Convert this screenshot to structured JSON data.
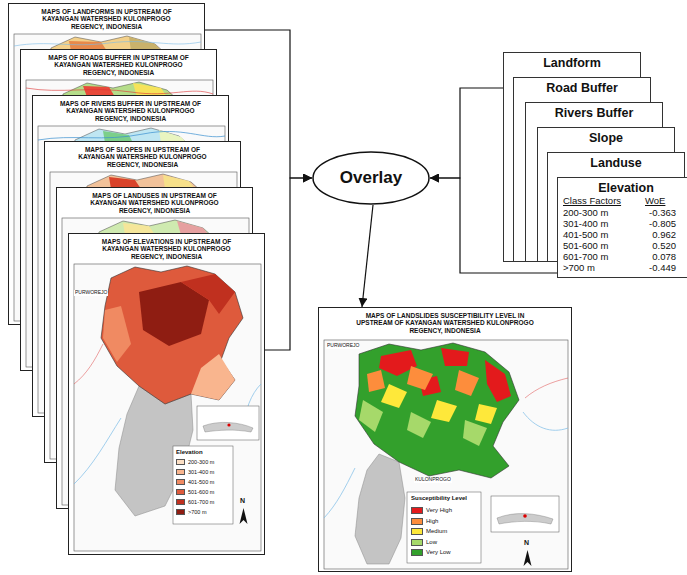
{
  "diagram": {
    "nodes": [
      {
        "text": [
          "MAPS OF LANDFORMS IN UPSTREAM OF KAYANGAN WATERSHED KULONPROGO REGENCY, INDONESIA"
        ]
      },
      {
        "text": [
          "MAPS OF ROADS BUFFER IN UPSTREAM OF KAYANGAN WATERSHED KULONPROGO REGENCY, INDONESIA"
        ]
      },
      {
        "text": [
          "MAPS OF RIVERS BUFFER IN UPSTREAM OF KAYANGAN WATERSHED KULONPROGO REGENCY, INDONESIA"
        ]
      },
      {
        "text": [
          "MAPS OF SLOPES IN UPSTREAM OF KAYANGAN WATERSHED KULONPROGO REGENCY, INDONESIA"
        ]
      },
      {
        "text": [
          "MAPS OF LANDUSES IN UPSTREAM OF KAYANGAN WATERSHED KULONPROGO REGENCY, INDONESIA"
        ]
      },
      {
        "text": [
          "MAPS OF ELEVATIONS IN UPSTREAM OF KAYANGAN WATERSHED KULONPROGO REGENCY, INDONESIA"
        ]
      },
      {
        "text": [
          "Overlay"
        ]
      },
      {
        "text": [
          "Landform"
        ]
      },
      {
        "text": [
          "Road Buffer"
        ]
      },
      {
        "text": [
          "Rivers Buffer"
        ]
      },
      {
        "text": [
          "Slope"
        ]
      },
      {
        "text": [
          "Landuse"
        ]
      },
      {
        "text": [
          "Elevation"
        ]
      },
      {
        "text": [
          "MAPS OF LANDSLIDES SUSCEPTIBILITY LEVEL IN UPSTREAM OF KAYANGAN WATERSHED KULONPROGO REGENCY, INDONESIA"
        ]
      }
    ],
    "edges": [
      {
        "from": 0,
        "to": 6,
        "arrow": "to"
      },
      {
        "from": 5,
        "to": 6,
        "arrow": "to"
      },
      {
        "from": 7,
        "to": 6,
        "arrow": "to"
      },
      {
        "from": 12,
        "to": 6,
        "arrow": "to"
      },
      {
        "from": 6,
        "to": 13,
        "arrow": "to"
      }
    ],
    "labels": [
      "Class Factors",
      "WoE",
      "200-300 m",
      "-0.363",
      "301-400 m",
      "-0.805",
      "401-500 m",
      "0.962",
      "501-600 m",
      "0.520",
      "601-700 m",
      "0.078",
      ">700 m",
      "-0.449",
      "Elevation",
      "PURWOREJO",
      "N",
      "Susceptibility Level",
      "PURWOREJO",
      "KULONPROGO",
      "N"
    ],
    "legend": [
      {
        "text": "200-300 m",
        "color": "#fde0c5"
      },
      {
        "text": "301-400 m",
        "color": "#f9b58e"
      },
      {
        "text": "401-500 m",
        "color": "#f08a62"
      },
      {
        "text": "501-600 m",
        "color": "#de5a3c"
      },
      {
        "text": "601-700 m",
        "color": "#c0301f"
      },
      {
        "text": ">700 m",
        "color": "#8f1d12"
      },
      {
        "text": "Very High",
        "color": "#e31a1c"
      },
      {
        "text": "High",
        "color": "#fd8d3c"
      },
      {
        "text": "Medium",
        "color": "#fee83a"
      },
      {
        "text": "Low",
        "color": "#a6d96a"
      },
      {
        "text": "Very Low",
        "color": "#33a02c"
      }
    ]
  }
}
